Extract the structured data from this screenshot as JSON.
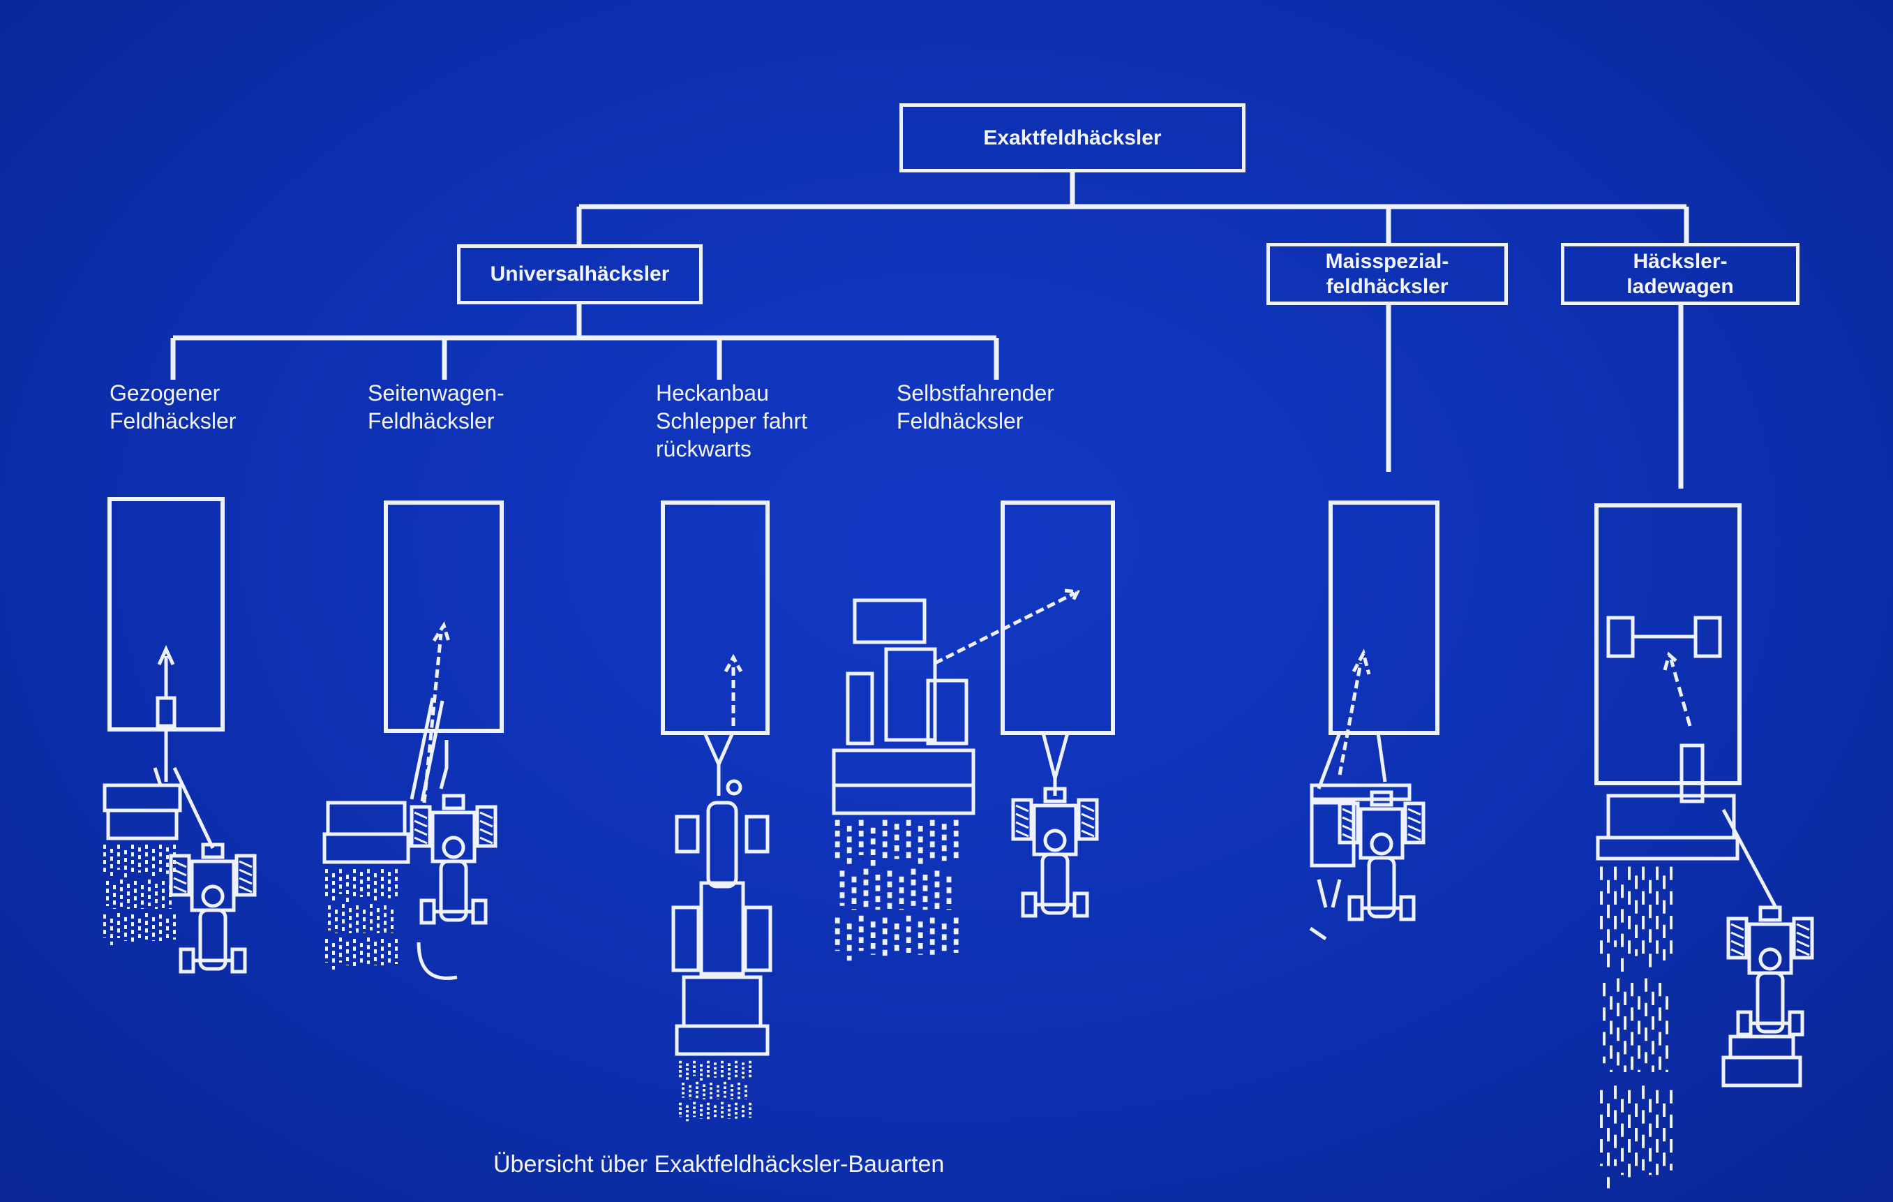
{
  "root": {
    "label": "Exaktfeldhäcksler"
  },
  "categories": {
    "universal": "Universalhäcksler",
    "mais": "Maisspezial-\nfeldhäcksler",
    "lade": "Häcksler-\nladewagen"
  },
  "types": [
    {
      "label": "Gezogener\nFeldhäcksler"
    },
    {
      "label": "Seitenwagen-\nFeldhäcksler"
    },
    {
      "label": "Heckanbau\nSchlepper fahrt\nrückwarts"
    },
    {
      "label": "Selbstfahrender\nFeldhäcksler"
    }
  ],
  "caption": "Übersicht über Exaktfeldhäcksler-Bauarten",
  "colors": {
    "background": "#0f30b2",
    "ink": "#eef2ff"
  }
}
